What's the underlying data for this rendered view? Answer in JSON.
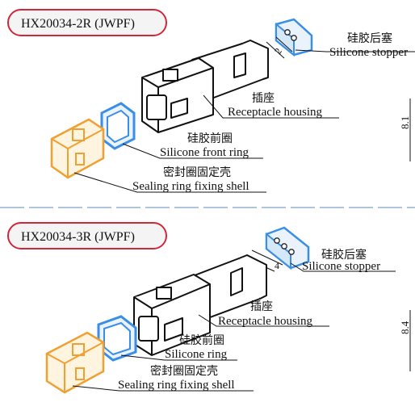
{
  "panels": [
    {
      "model": "HX20034-2R (JWPF)",
      "dimension": "2",
      "side_dimension": "8.1",
      "parts": {
        "stopper_cn": "硅胶后塞",
        "stopper_en": "Silicone stopper",
        "housing_cn": "插座",
        "housing_en": "Receptacle housing",
        "front_ring_cn": "硅胶前圈",
        "front_ring_en": "Silicone front ring",
        "shell_cn": "密封圈固定壳",
        "shell_en": "Sealing ring fixing shell"
      }
    },
    {
      "model": "HX20034-3R (JWPF)",
      "dimension": "4",
      "side_dimension": "8.4",
      "parts": {
        "stopper_cn": "硅胶后塞",
        "stopper_en": "Silicone stopper",
        "housing_cn": "插座",
        "housing_en": "Receptacle housing",
        "front_ring_cn": "硅胶前圈",
        "front_ring_en": "Silicone ring",
        "shell_cn": "密封圈固定壳",
        "shell_en": "Sealing ring fixing shell"
      }
    }
  ],
  "colors": {
    "silicone": "#3a8ee6",
    "shell": "#f0a030",
    "badge_border": "#d0283a",
    "line": "#111111",
    "divider": "#7aa0c8"
  }
}
